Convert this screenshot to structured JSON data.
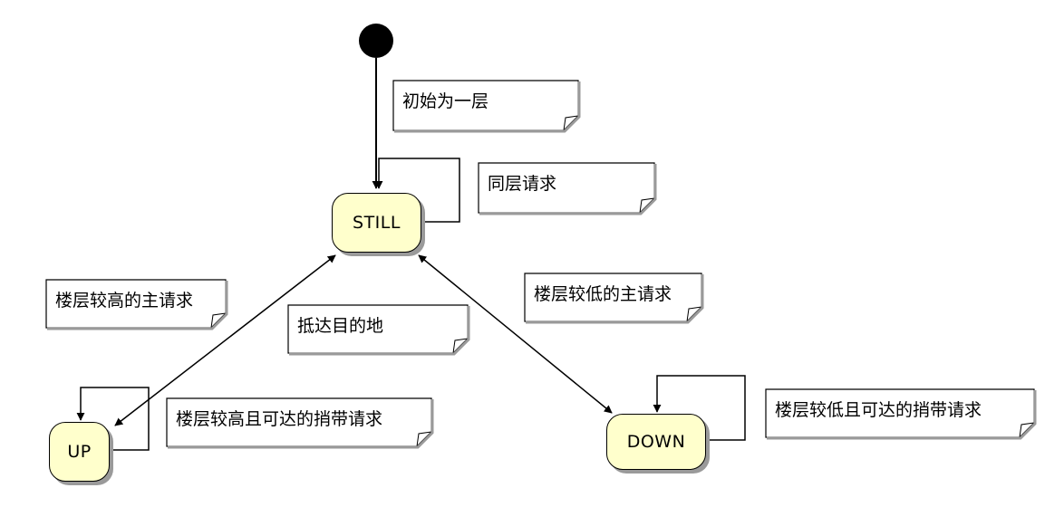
{
  "states": {
    "still": "STILL",
    "up": "UP",
    "down": "DOWN"
  },
  "notes": {
    "initial": "初始为一层",
    "same_floor": "同层请求",
    "higher_main": "楼层较高的主请求",
    "lower_main": "楼层较低的主请求",
    "arrive": "抵达目的地",
    "up_carry": "楼层较高且可达的捎带请求",
    "down_carry": "楼层较低且可达的捎带请求"
  },
  "colors": {
    "state_fill": "#ffffcc",
    "stroke": "#000000",
    "shadow": "#9a9a9a",
    "note_fill": "#ffffff"
  }
}
